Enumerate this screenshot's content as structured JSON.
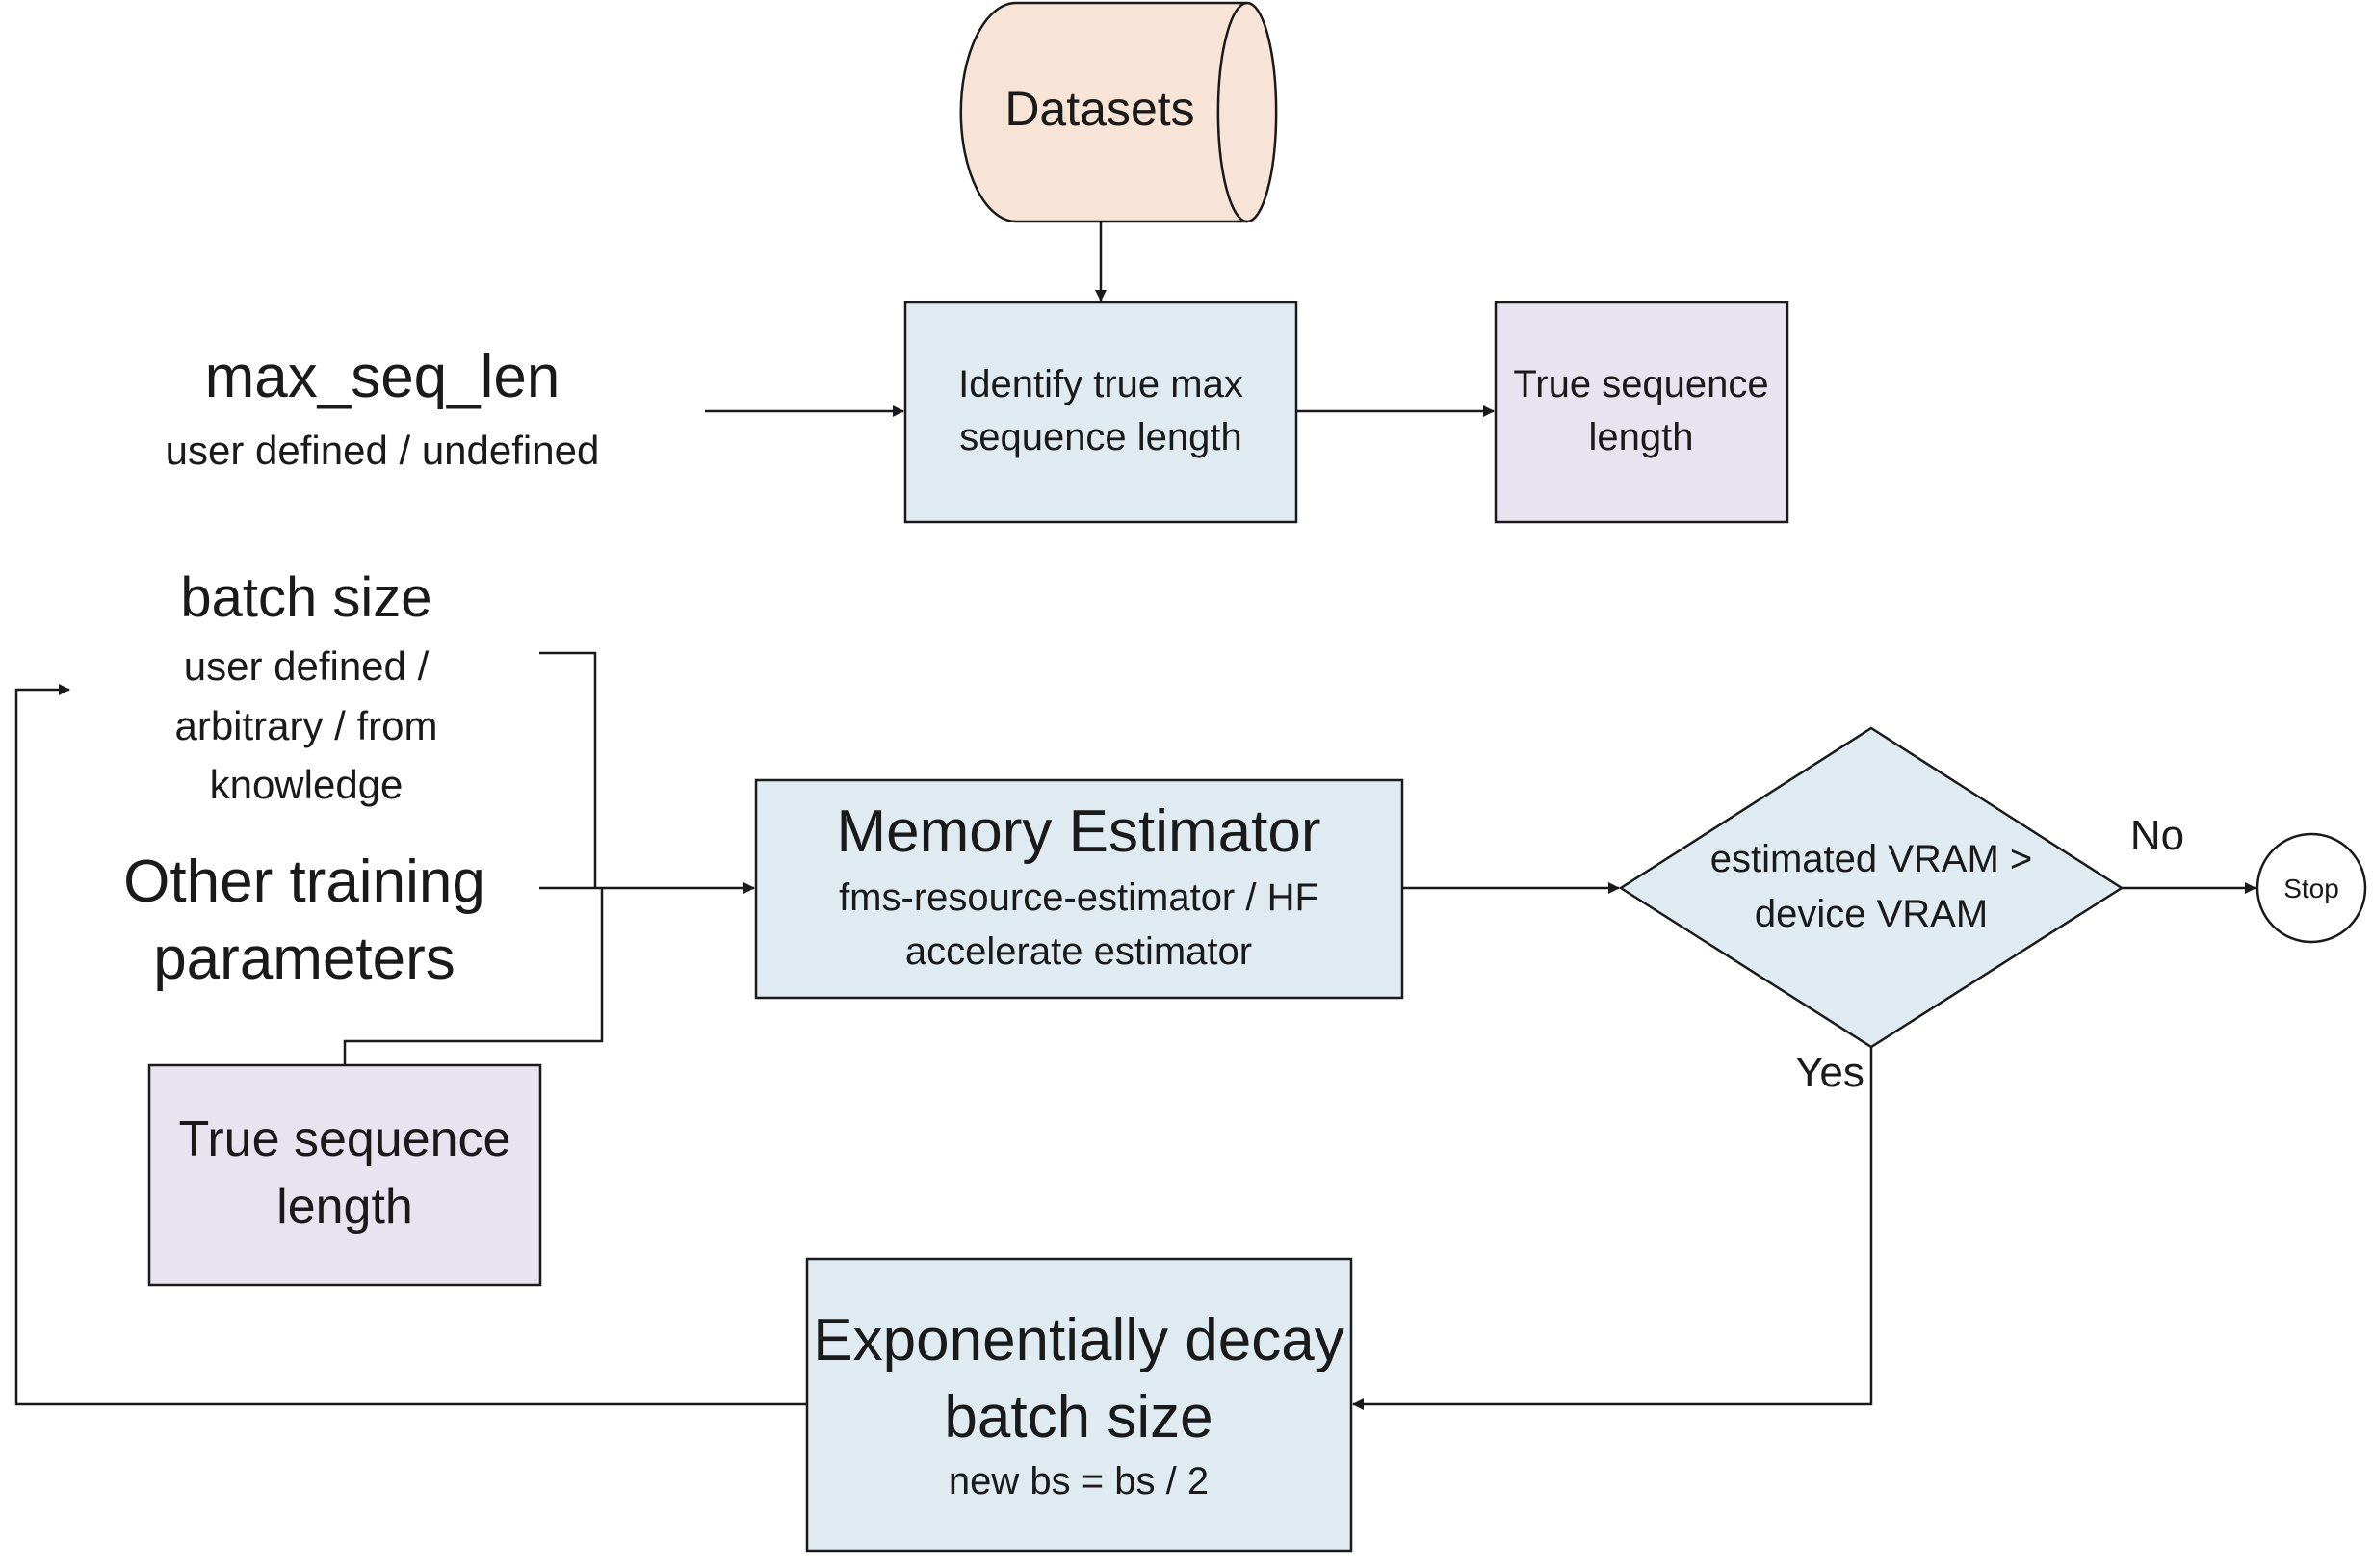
{
  "nodes": {
    "datasets": {
      "label": "Datasets"
    },
    "identify": {
      "line1": "Identify true max",
      "line2": "sequence length"
    },
    "true_seq_top": {
      "line1": "True sequence",
      "line2": "length"
    },
    "max_seq_len": {
      "title": "max_seq_len",
      "subtitle": "user defined / undefined"
    },
    "batch_size": {
      "title": "batch size",
      "line1": "user defined /",
      "line2": "arbitrary / from",
      "line3": "knowledge"
    },
    "other_params": {
      "line1": "Other training",
      "line2": "parameters"
    },
    "true_seq_bottom": {
      "line1": "True sequence",
      "line2": "length"
    },
    "memory_estimator": {
      "title": "Memory Estimator",
      "line1": "fms-resource-estimator / HF",
      "line2": "accelerate estimator"
    },
    "decision": {
      "line1": "estimated VRAM >",
      "line2": "device VRAM"
    },
    "stop": {
      "label": "Stop"
    },
    "decay": {
      "line1": "Exponentially decay",
      "line2": "batch size",
      "line3": "new bs = bs / 2"
    }
  },
  "edges": {
    "no_label": "No",
    "yes_label": "Yes"
  },
  "colors": {
    "datasets_fill": "#f8e4d6",
    "process_fill": "#dfebf1",
    "output_fill": "#e7e3ef",
    "stroke": "#1a1a1a"
  }
}
